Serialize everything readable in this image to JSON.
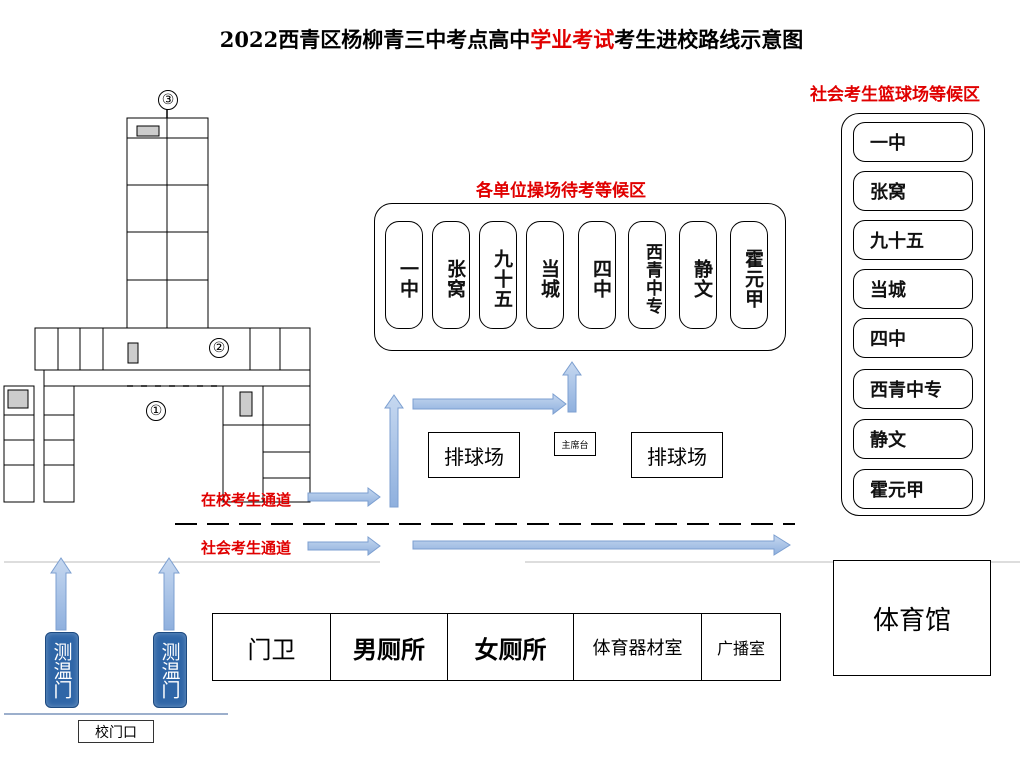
{
  "title": {
    "prefix": "2022西青区杨柳青三中考点高中",
    "highlight": "学业考试",
    "suffix": "考生进校路线示意图"
  },
  "playground_zone": {
    "label": "各单位操场待考等候区",
    "units": [
      "一中",
      "张窝",
      "九十五",
      "当城",
      "四中",
      "西青中专",
      "静文",
      "霍元甲"
    ]
  },
  "social_zone": {
    "label": "社会考生篮球场等候区",
    "units": [
      "一中",
      "张窝",
      "九十五",
      "当城",
      "四中",
      "西青中专",
      "静文",
      "霍元甲"
    ]
  },
  "courts": {
    "left": "排球场",
    "right": "排球场",
    "stage": "主席台"
  },
  "channels": {
    "school": "在校考生通道",
    "social": "社会考生通道"
  },
  "facilities": [
    "门卫",
    "男厕所",
    "女厕所",
    "体育器材室",
    "广播室"
  ],
  "gym": "体育馆",
  "gates": [
    "测温门",
    "测温门"
  ],
  "school_gate": "校门口",
  "markers": [
    "①",
    "②",
    "③"
  ],
  "colors": {
    "accent_red": "#e00000",
    "arrow_blue": "#9dbbe3",
    "gate_blue": "#2f66a7"
  }
}
